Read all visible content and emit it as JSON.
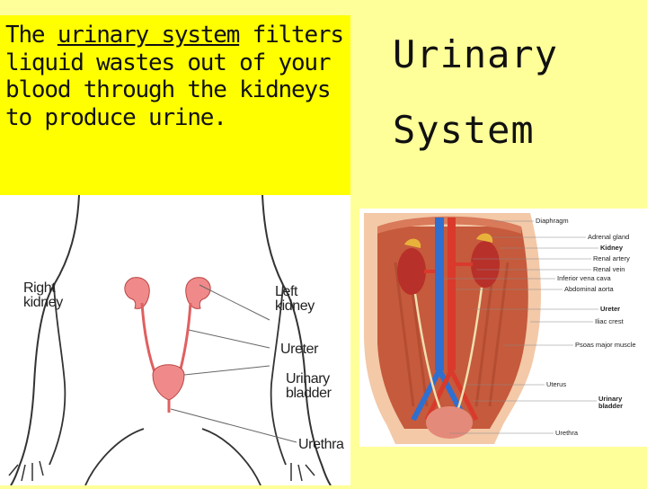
{
  "intro": {
    "text_before": "The ",
    "underlined": "urinary system",
    "text_after": " filters liquid wastes out of your blood through the kidneys to produce urine."
  },
  "title": {
    "line1": "Urinary",
    "line2": "System"
  },
  "left_figure": {
    "labels": {
      "right_kidney_1": "Right",
      "right_kidney_2": "kidney",
      "left_kidney_1": "Left",
      "left_kidney_2": "kidney",
      "ureter": "Ureter",
      "bladder_1": "Urinary",
      "bladder_2": "bladder",
      "urethra": "Urethra"
    }
  },
  "right_figure": {
    "labels": [
      "Diaphragm",
      "Adrenal gland",
      "Kidney",
      "Renal artery",
      "Renal vein",
      "Inferior vena cava",
      "Abdominal aorta",
      "Ureter",
      "Iliac crest",
      "Psoas major muscle",
      "Uterus",
      "Urinary bladder",
      "Urethra"
    ]
  },
  "colors": {
    "background": "#ffff99",
    "highlight": "#ffff00",
    "organ": "#f08a8a",
    "artery": "#d93a2b",
    "vein": "#2f6fd0",
    "muscle": "#c65a3c"
  }
}
